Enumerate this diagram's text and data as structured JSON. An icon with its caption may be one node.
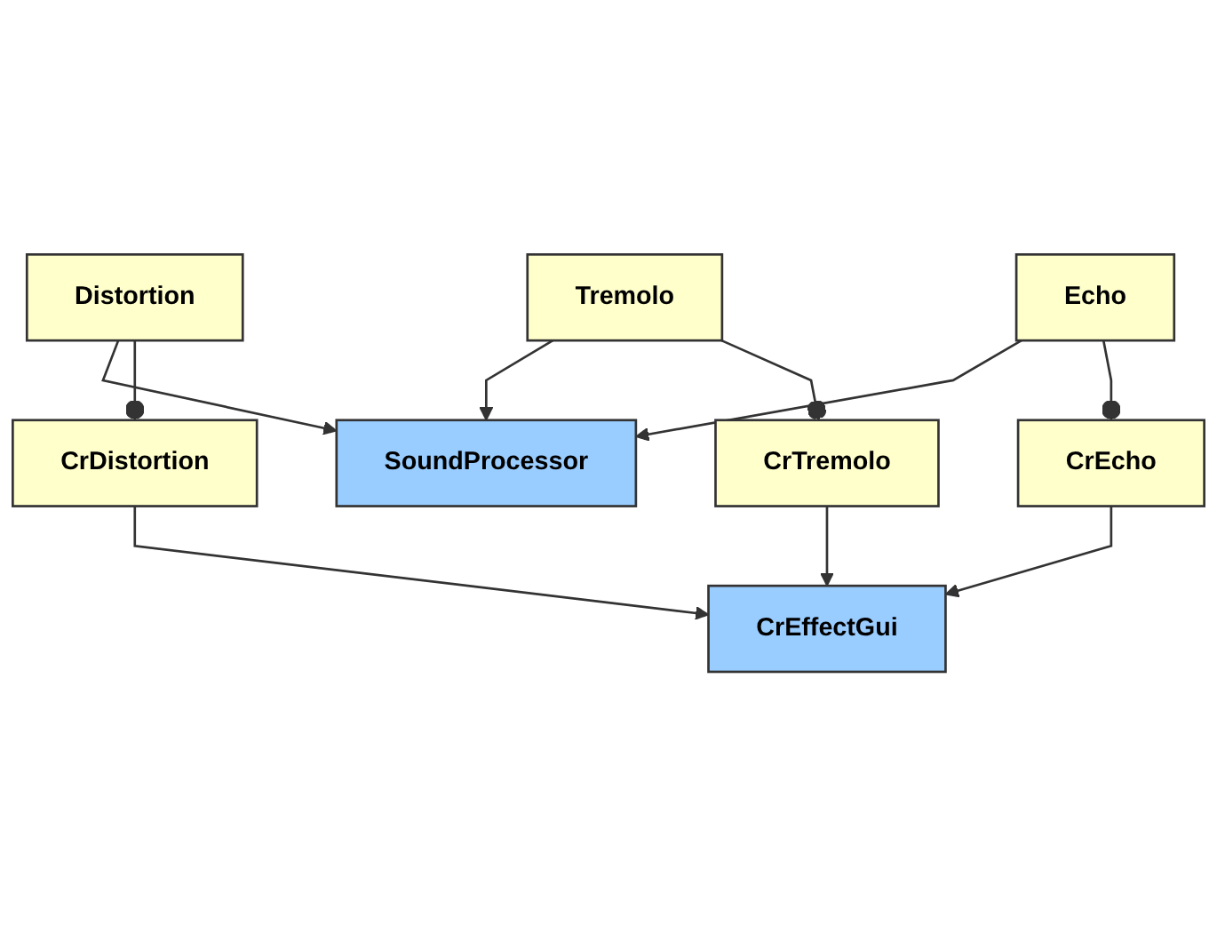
{
  "diagram": {
    "nodes": [
      {
        "text": [
          "SoundProcessor"
        ]
      },
      {
        "text": [
          "Distortion"
        ]
      },
      {
        "text": [
          "Tremolo"
        ]
      },
      {
        "text": [
          "Echo"
        ]
      },
      {
        "text": [
          "CrDistortion"
        ]
      },
      {
        "text": [
          "CrTremolo"
        ]
      },
      {
        "text": [
          "CrEcho"
        ]
      },
      {
        "text": [
          "CrEffectGui"
        ]
      }
    ],
    "edges": [
      {
        "from": 1,
        "to": 0,
        "arrow": "to"
      },
      {
        "from": 2,
        "to": 0,
        "arrow": "to"
      },
      {
        "from": 3,
        "to": 0,
        "arrow": "to"
      },
      {
        "from": 1,
        "to": 4,
        "arrow": "other"
      },
      {
        "from": 2,
        "to": 5,
        "arrow": "other"
      },
      {
        "from": 3,
        "to": 6,
        "arrow": "other"
      },
      {
        "from": 4,
        "to": 7,
        "arrow": "to"
      },
      {
        "from": 5,
        "to": 7,
        "arrow": "to"
      },
      {
        "from": 6,
        "to": 7,
        "arrow": "to"
      }
    ]
  }
}
